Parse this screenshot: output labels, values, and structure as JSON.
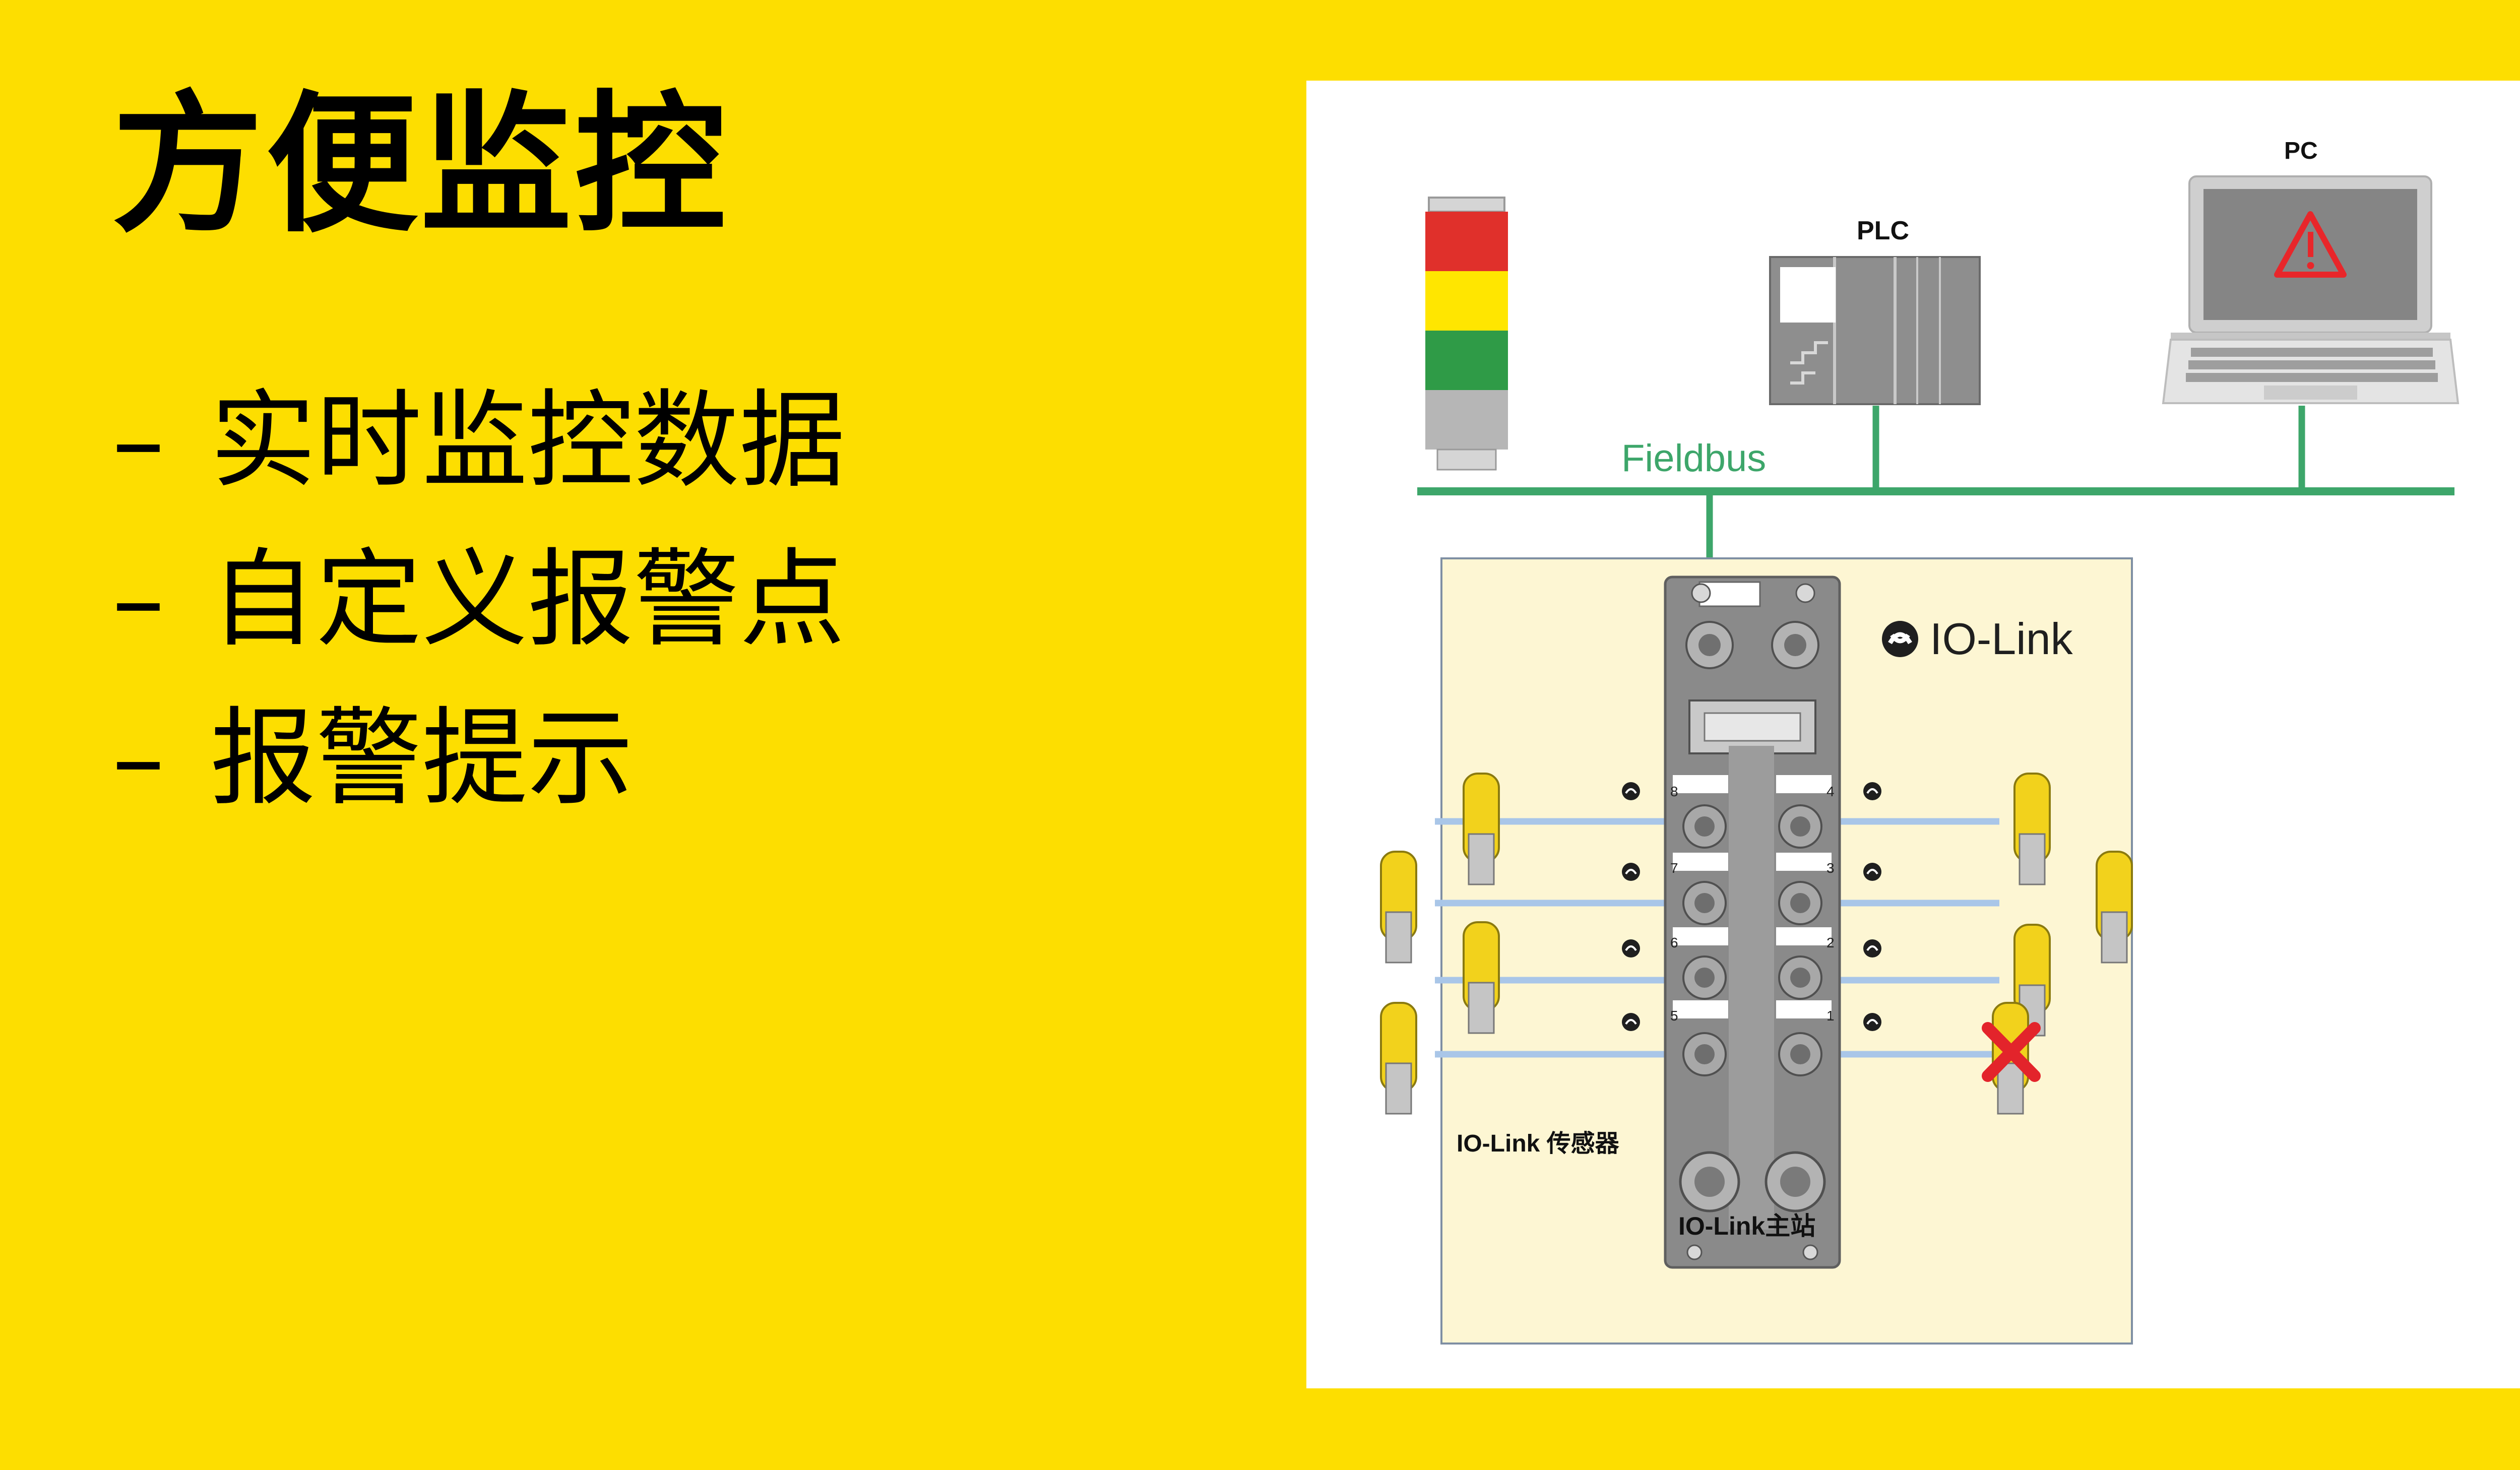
{
  "slide": {
    "title": "方便监控",
    "bullets": [
      {
        "dash": "–",
        "text": "实时监控数据"
      },
      {
        "dash": "–",
        "text": "自定义报警点"
      },
      {
        "dash": "–",
        "text": "报警提示"
      }
    ]
  },
  "diagram": {
    "plc_label": "PLC",
    "pc_label": "PC",
    "fieldbus_label": "Fieldbus",
    "iolink_logo_text": "IO-Link",
    "sensors_label": "IO-Link 传感器",
    "master_label": "IO-Link主站",
    "port_numbers_left": [
      "8",
      "7",
      "6",
      "5"
    ],
    "port_numbers_right": [
      "4",
      "3",
      "2",
      "1"
    ],
    "colors": {
      "background": "#FDDE00",
      "fieldbus_line": "#3DA66A",
      "iolink_link": "#A9C6E8",
      "master_box_fill": "#FDF6D3",
      "signal_red": "#E8262A",
      "signal_yellow": "#FFE600",
      "signal_green": "#2F9B47",
      "error_mark": "#E3242B"
    }
  }
}
